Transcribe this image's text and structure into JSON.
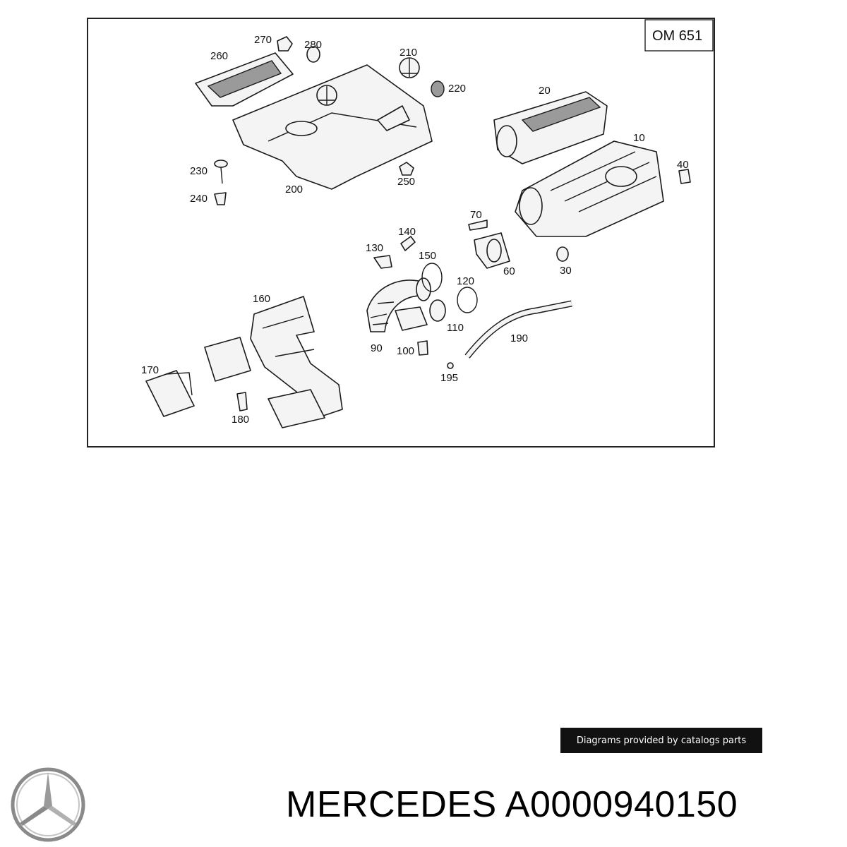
{
  "diagram": {
    "model_label": "OM 651",
    "part_labels": [
      "270",
      "280",
      "260",
      "210",
      "220",
      "20",
      "230",
      "240",
      "200",
      "250",
      "10",
      "40",
      "70",
      "140",
      "130",
      "150",
      "60",
      "30",
      "160",
      "120",
      "90",
      "110",
      "100",
      "190",
      "195",
      "170",
      "180"
    ]
  },
  "footer": {
    "watermark": "Diagrams provided by catalogs parts",
    "brand": "MERCEDES",
    "part_number": "A0000940150"
  },
  "icons": [
    "mercedes-star-icon"
  ]
}
